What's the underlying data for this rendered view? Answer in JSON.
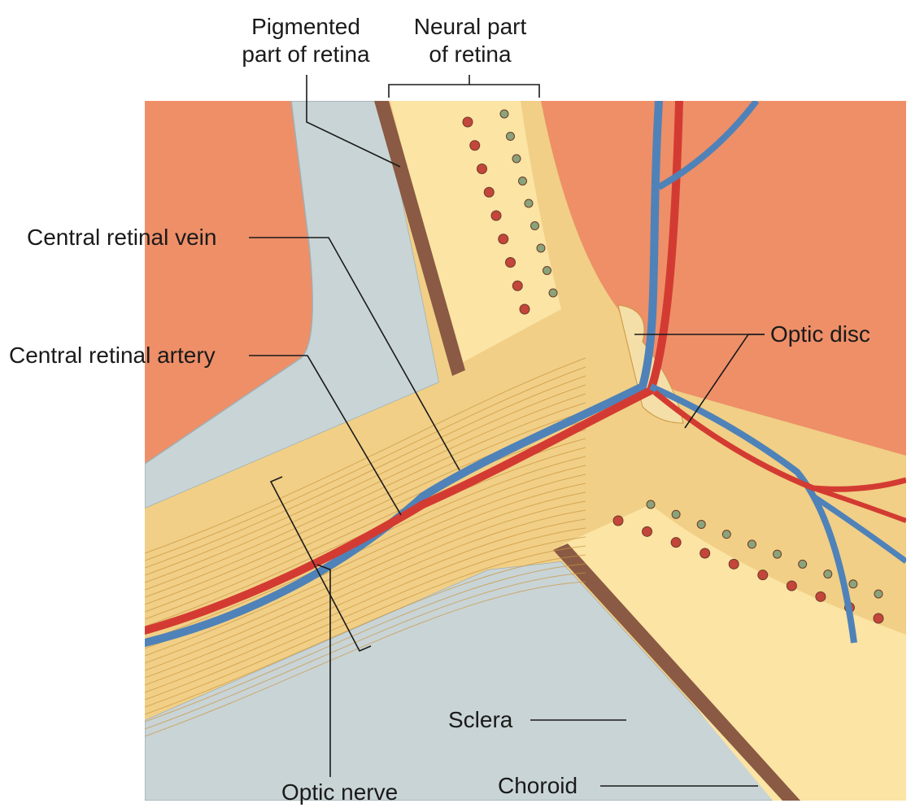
{
  "diagram": {
    "labels": {
      "pigmented_line1": "Pigmented",
      "pigmented_line2": "part of retina",
      "neural_line1": "Neural part",
      "neural_line2": "of retina",
      "central_retinal_vein": "Central retinal vein",
      "central_retinal_artery": "Central retinal artery",
      "optic_disc": "Optic disc",
      "sclera": "Sclera",
      "optic_nerve": "Optic nerve",
      "choroid": "Choroid"
    },
    "colors": {
      "sclera": "#c9d4d6",
      "sclera_fibers": "#9fb0b4",
      "nerve": "#f1cf86",
      "nerve_fibers": "#c9963f",
      "choroid": "#8a5a44",
      "retina_fill": "#fbe4a4",
      "eye_interior": "#ee8f68",
      "vein": "#4f82b8",
      "artery": "#d33b32",
      "leader": "#1a1a1a"
    }
  }
}
